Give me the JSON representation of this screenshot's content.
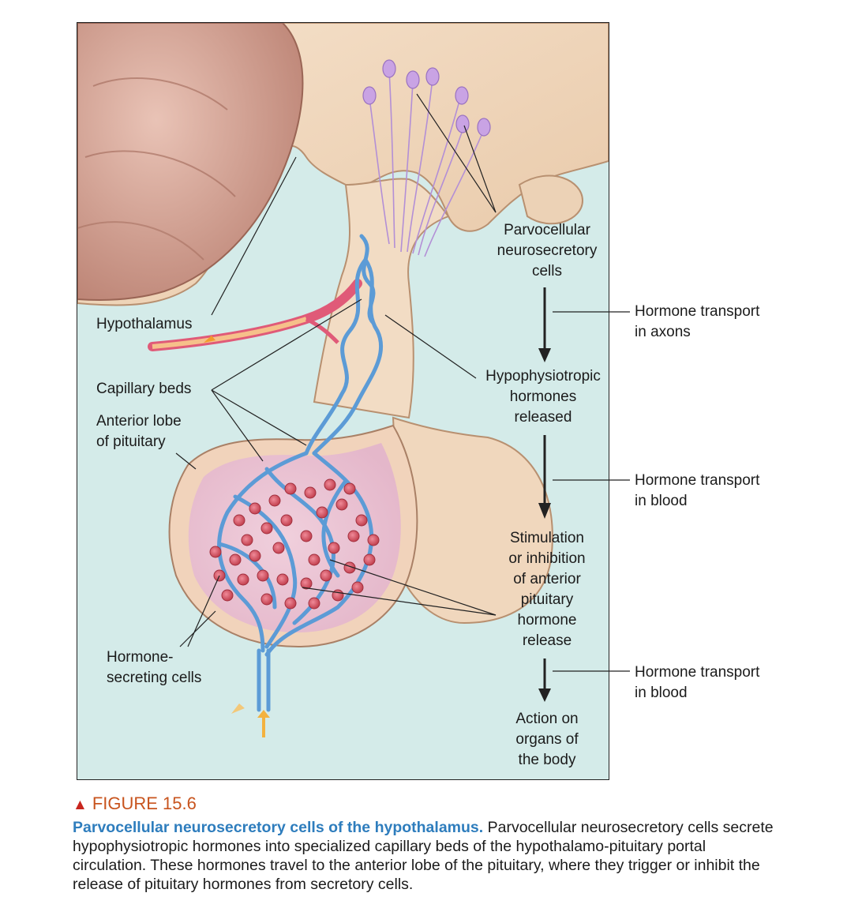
{
  "labels": {
    "hypothalamus": "Hypothalamus",
    "capillary_beds": "Capillary beds",
    "anterior_lobe": [
      "Anterior lobe",
      "of pituitary"
    ],
    "hormone_secreting": [
      "Hormone-",
      "secreting cells"
    ],
    "parvocellular": [
      "Parvocellular",
      "neurosecretory",
      "cells"
    ],
    "hypophysiotropic": [
      "Hypophysiotropic",
      "hormones",
      "released"
    ],
    "stimulation": [
      "Stimulation",
      "or inhibition",
      "of anterior",
      "pituitary",
      "hormone",
      "release"
    ],
    "action": [
      "Action on",
      "organs of",
      "the body"
    ]
  },
  "side_labels": {
    "transport_axons": [
      "Hormone transport",
      "in axons"
    ],
    "transport_blood_1": [
      "Hormone transport",
      "in blood"
    ],
    "transport_blood_2": [
      "Hormone transport",
      "in blood"
    ]
  },
  "caption": {
    "figure_number": "FIGURE 15.6",
    "title": "Parvocellular neurosecretory cells of the hypothalamus.",
    "body": " Parvocellular neurosecretory cells secrete hypophysiotropic hormones into specialized capillary beds of the hypothalamo-pituitary portal circulation. These hormones travel to the anterior lobe of the pituitary, where they trigger or inhibit the release of pituitary hormones from secretory cells."
  },
  "colors": {
    "background": "#d4ebe9",
    "tissue": "#f1d9c0",
    "brain": "#d9a99a",
    "vessel_blue": "#5c9bd6",
    "artery_red": "#e05a78",
    "neuron_purple": "#b38fd6",
    "caption_title": "#2e7dbd",
    "figure_number": "#c8541e"
  }
}
